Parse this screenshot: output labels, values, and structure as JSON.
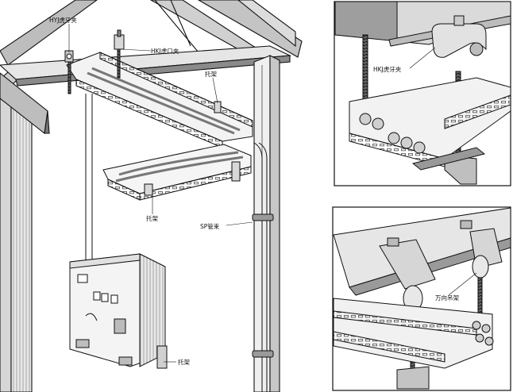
{
  "main_view": {
    "labels": {
      "hyj_clamp": "HYJ虎牙夹",
      "hkj_clamp": "HKJ虎口夹",
      "bracket_top": "托架",
      "bracket_mid": "托架",
      "sp_pipe_clip": "SP管束",
      "bracket_bottom": "托架"
    }
  },
  "detail_top": {
    "labels": {
      "hkj_clamp": "HKJ虎牙夹"
    }
  },
  "detail_bottom": {
    "labels": {
      "universal_hanger": "万向吊架"
    }
  },
  "colors": {
    "line": "#111111",
    "shade_dark": "#6f6f6f",
    "shade_mid": "#a8a8a8",
    "shade_light": "#d9d9d9",
    "background": "#ffffff"
  }
}
